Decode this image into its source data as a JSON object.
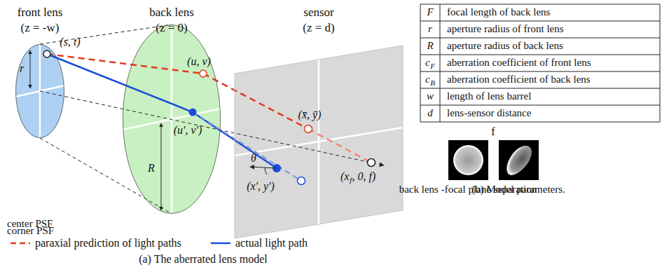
{
  "diagram": {
    "nodes": [
      {
        "text": [
          "front lens",
          "(z = -w)"
        ]
      },
      {
        "text": [
          "back lens",
          "(z = 0)"
        ]
      },
      {
        "text": [
          "sensor",
          "(z = d)"
        ]
      }
    ],
    "labels": [
      "(s, t)",
      "r",
      "(u, v)",
      "(u', v')",
      "R",
      "(x̄, ȳ)",
      "θ",
      "(x', y')",
      "(x",
      "f",
      ", 0, f)",
      "(a) The aberrated lens model",
      "F",
      "focal length of back lens",
      "r",
      "aperture radius of front lens",
      "R",
      "aperture radius of back lens",
      "c",
      "F",
      "aberration coefficient of front lens",
      "c",
      "B",
      "aberration coefficient of back lens",
      "w",
      "length of lens barrel",
      "d",
      "lens-sensor distance",
      "f",
      "back lens -focal plane separation",
      "(b) Model parameters.",
      "center PSF",
      "corner PSF"
    ],
    "legend": [
      {
        "text": "paraxial prediction of light paths"
      },
      {
        "text": "actual light path"
      }
    ]
  }
}
